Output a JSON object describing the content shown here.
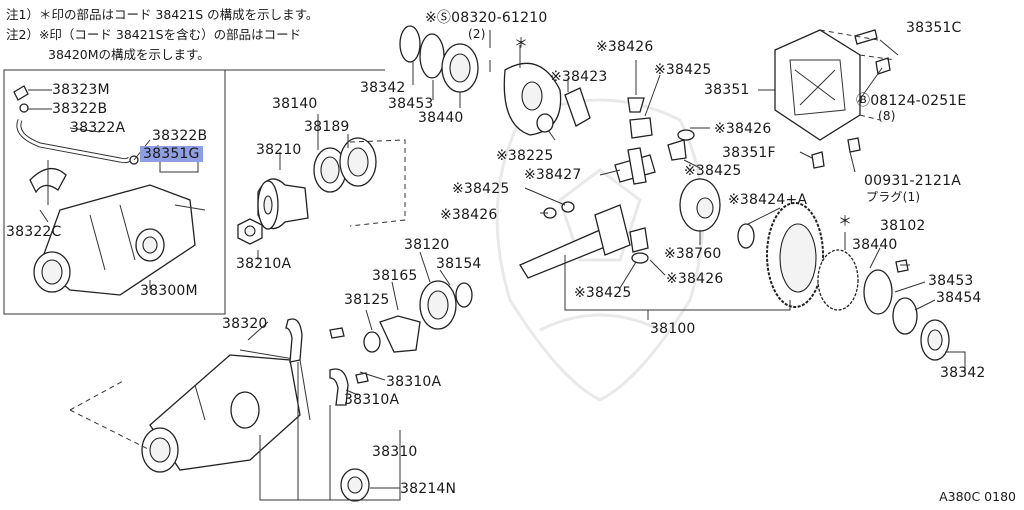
{
  "notes": {
    "note1": "注1）＊印の部品はコード 38421S の構成を示します。",
    "note2_line1": "注2）※印（コード 38421Sを含む）の部品はコード",
    "note2_line2": "38420Mの構成を示します。"
  },
  "labels": {
    "p38323M": "38323M",
    "p38322B_a": "38322B",
    "p38322A": "38322A",
    "p38322B_b": "38322B",
    "p38351G": "38351G",
    "p38322C": "38322C",
    "p38300M": "38300M",
    "p38342_top": "38342",
    "p38453_top": "38453",
    "p38440_top": "38440",
    "p08320": "※Ⓢ08320-61210",
    "p08320_qty": "(2)",
    "asterisk_top": "＊",
    "p38426_a": "※38426",
    "p38423": "※38423",
    "p38425_a": "※38425",
    "p38225": "※38225",
    "p38426_b": "※38426",
    "p38427": "※38427",
    "p38425_b": "※38425",
    "p38425_c": "※38425",
    "p38426_c": "※38426",
    "p38760": "※38760",
    "p38424": "※38424+A",
    "p38426_d": "※38426",
    "p38425_d": "※38425",
    "p38351C": "38351C",
    "p38351": "38351",
    "p08124": "Ⓑ08124-0251E",
    "p08124_qty": "(8)",
    "p38351F": "38351F",
    "p00931": "00931-2121A",
    "p_plug": "プラグ(1)",
    "p38140": "38140",
    "p38189": "38189",
    "p38210": "38210",
    "p38210A": "38210A",
    "p38120": "38120",
    "p38165": "38165",
    "p38154": "38154",
    "p38125": "38125",
    "p38100": "38100",
    "asterisk_right": "＊",
    "p38102": "38102",
    "p38440_r": "38440",
    "p38453_r": "38453",
    "p38454": "38454",
    "p38342_r": "38342",
    "p38320": "38320",
    "p38310A_a": "38310A",
    "p38310A_b": "38310A",
    "p38310": "38310",
    "p38214N": "38214N"
  },
  "figure_code": "A380C 0180",
  "colors": {
    "highlight": "#8e9ee0",
    "line": "#333333"
  }
}
